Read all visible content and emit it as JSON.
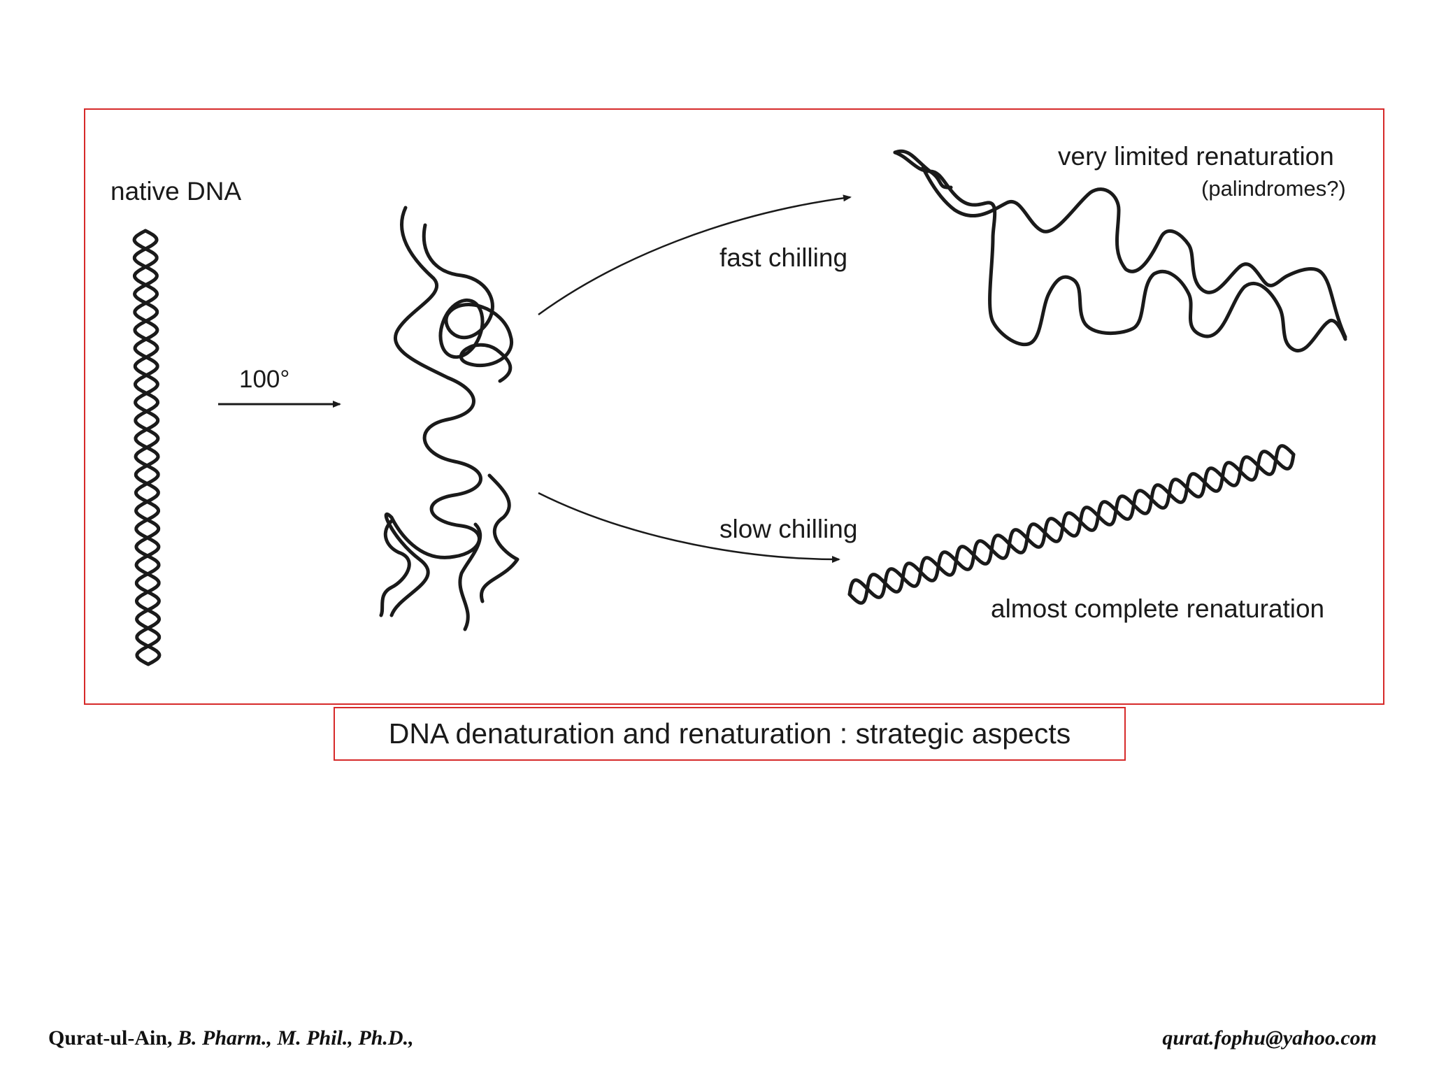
{
  "diagram": {
    "labels": {
      "native_dna": "native DNA",
      "temperature": "100°",
      "fast_chilling": "fast chilling",
      "slow_chilling": "slow chilling",
      "limited_renaturation": "very limited renaturation",
      "palindromes": "(palindromes?)",
      "complete_renaturation": "almost complete renaturation"
    }
  },
  "caption": "DNA denaturation and renaturation : strategic aspects",
  "footer": {
    "author_name": "Qurat-ul-Ain,",
    "author_credentials": "B. Pharm., M. Phil., Ph.D.,",
    "email": "qurat.fophu@yahoo.com"
  },
  "colors": {
    "frame": "#d62a2a",
    "ink": "#1a1a1a"
  }
}
